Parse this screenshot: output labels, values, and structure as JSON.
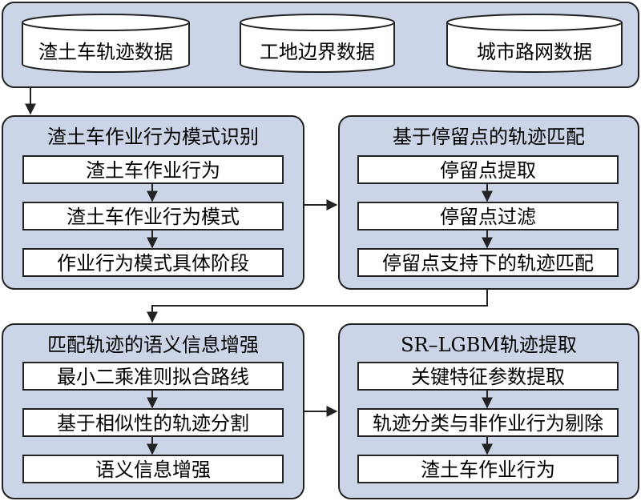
{
  "data_sources": [
    "渣土车轨迹数据",
    "工地边界数据",
    "城市路网数据"
  ],
  "modules": [
    {
      "title": "渣土车作业行为模式识别",
      "steps": [
        "渣土车作业行为",
        "渣土车作业行为模式",
        "作业行为模式具体阶段"
      ]
    },
    {
      "title": "基于停留点的轨迹匹配",
      "steps": [
        "停留点提取",
        "停留点过滤",
        "停留点支持下的轨迹匹配"
      ]
    },
    {
      "title": "匹配轨迹的语义信息增强",
      "steps": [
        "最小二乘准则拟合路线",
        "基于相似性的轨迹分割",
        "语义信息增强"
      ]
    },
    {
      "title": "SR–LGBM轨迹提取",
      "steps": [
        "关键特征参数提取",
        "轨迹分类与非作业行为剔除",
        "渣土车作业行为"
      ]
    }
  ],
  "colors": {
    "panel_fill": "#ccd5e8",
    "stroke": "#222222",
    "box_fill": "#ffffff"
  }
}
